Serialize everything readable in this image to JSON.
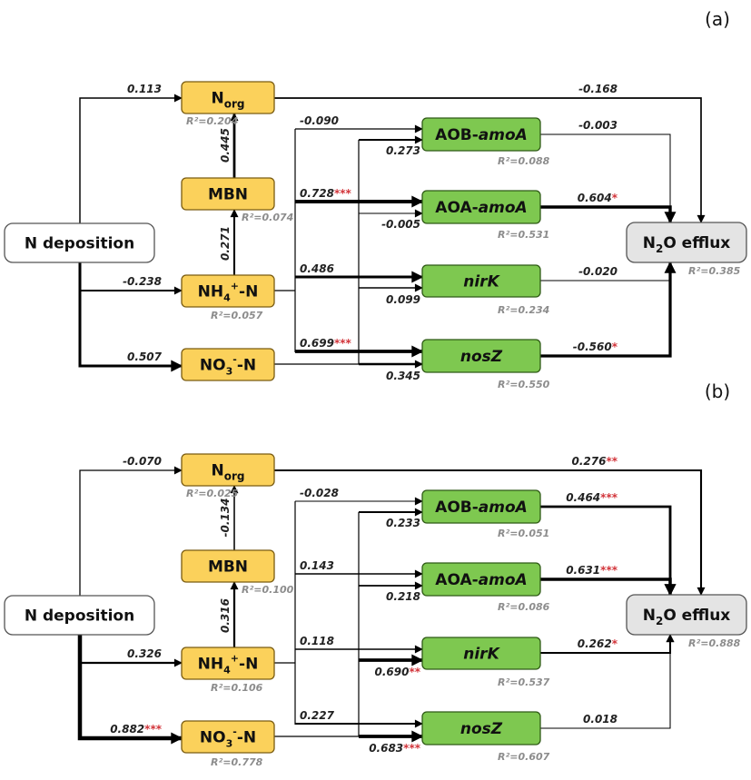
{
  "colors": {
    "soil_n": "#fbd15b",
    "microbe": "#7ec850",
    "n2o": "#e4e4e4",
    "source": "#ffffff",
    "significance": "#d2343a",
    "r2": "#8c8c8c"
  },
  "nodes": {
    "Ndep": {
      "label": "N deposition"
    },
    "Norg": {
      "label": "N",
      "sub": "org"
    },
    "MBN": {
      "label": "MBN"
    },
    "NH4": {
      "label": "NH",
      "sub": "4",
      "sup": "+",
      "tail": "-N"
    },
    "NO3": {
      "label": "NO",
      "sub": "3",
      "sup": "-",
      "tail": "-N"
    },
    "AOB": {
      "label": "AOB-",
      "italic": "amoA"
    },
    "AOA": {
      "label": "AOA-",
      "italic": "amoA"
    },
    "nirK": {
      "label": "",
      "italic": "nirK"
    },
    "nosZ": {
      "label": "",
      "italic": "nosZ"
    },
    "N2O": {
      "label": "N",
      "sub": "2",
      "tail": "O efflux"
    }
  },
  "panels": [
    {
      "label": "(a)",
      "r2": {
        "Norg": "R²=0.204",
        "MBN": "R²=0.074",
        "NH4": "R²=0.057",
        "AOB": "R²=0.088",
        "AOA": "R²=0.531",
        "nirK": "R²=0.234",
        "nosZ": "R²=0.550",
        "N2O": "R²=0.385"
      },
      "edges": [
        {
          "from": "Ndep",
          "to": "Norg",
          "coef": "0.113",
          "sig": ""
        },
        {
          "from": "Ndep",
          "to": "NH4",
          "coef": "-0.238",
          "sig": ""
        },
        {
          "from": "Ndep",
          "to": "NO3",
          "coef": "0.507",
          "sig": ""
        },
        {
          "from": "NH4",
          "to": "MBN",
          "coef": "0.271",
          "sig": ""
        },
        {
          "from": "MBN",
          "to": "Norg",
          "coef": "0.445",
          "sig": ""
        },
        {
          "from": "NH4",
          "to": "AOB",
          "coef": "-0.090",
          "sig": ""
        },
        {
          "from": "NH4",
          "to": "AOA",
          "coef": "0.728",
          "sig": "***"
        },
        {
          "from": "NH4",
          "to": "nirK",
          "coef": "0.486",
          "sig": ""
        },
        {
          "from": "NH4",
          "to": "nosZ",
          "coef": "0.699",
          "sig": "***"
        },
        {
          "from": "NO3",
          "to": "AOB",
          "coef": "0.273",
          "sig": ""
        },
        {
          "from": "NO3",
          "to": "AOA",
          "coef": "-0.005",
          "sig": ""
        },
        {
          "from": "NO3",
          "to": "nirK",
          "coef": "0.099",
          "sig": ""
        },
        {
          "from": "NO3",
          "to": "nosZ",
          "coef": "0.345",
          "sig": ""
        },
        {
          "from": "Norg",
          "to": "N2O",
          "coef": "-0.168",
          "sig": ""
        },
        {
          "from": "AOB",
          "to": "N2O",
          "coef": "-0.003",
          "sig": ""
        },
        {
          "from": "AOA",
          "to": "N2O",
          "coef": "0.604",
          "sig": "*"
        },
        {
          "from": "nirK",
          "to": "N2O",
          "coef": "-0.020",
          "sig": ""
        },
        {
          "from": "nosZ",
          "to": "N2O",
          "coef": "-0.560",
          "sig": "*"
        }
      ]
    },
    {
      "label": "(b)",
      "r2": {
        "Norg": "R²=0.025",
        "MBN": "R²=0.100",
        "NH4": "R²=0.106",
        "NO3": "R²=0.778",
        "AOB": "R²=0.051",
        "AOA": "R²=0.086",
        "nirK": "R²=0.537",
        "nosZ": "R²=0.607",
        "N2O": "R²=0.888"
      },
      "edges": [
        {
          "from": "Ndep",
          "to": "Norg",
          "coef": "-0.070",
          "sig": ""
        },
        {
          "from": "Ndep",
          "to": "NH4",
          "coef": "0.326",
          "sig": ""
        },
        {
          "from": "Ndep",
          "to": "NO3",
          "coef": "0.882",
          "sig": "***"
        },
        {
          "from": "NH4",
          "to": "MBN",
          "coef": "0.316",
          "sig": ""
        },
        {
          "from": "MBN",
          "to": "Norg",
          "coef": "-0.134",
          "sig": ""
        },
        {
          "from": "NH4",
          "to": "AOB",
          "coef": "-0.028",
          "sig": ""
        },
        {
          "from": "NH4",
          "to": "AOA",
          "coef": "0.143",
          "sig": ""
        },
        {
          "from": "NH4",
          "to": "nirK",
          "coef": "0.118",
          "sig": ""
        },
        {
          "from": "NH4",
          "to": "nosZ",
          "coef": "0.227",
          "sig": ""
        },
        {
          "from": "NO3",
          "to": "AOB",
          "coef": "0.233",
          "sig": ""
        },
        {
          "from": "NO3",
          "to": "AOA",
          "coef": "0.218",
          "sig": ""
        },
        {
          "from": "NO3",
          "to": "nirK",
          "coef": "0.690",
          "sig": "**"
        },
        {
          "from": "NO3",
          "to": "nosZ",
          "coef": "0.683",
          "sig": "***"
        },
        {
          "from": "Norg",
          "to": "N2O",
          "coef": "0.276",
          "sig": "**"
        },
        {
          "from": "AOB",
          "to": "N2O",
          "coef": "0.464",
          "sig": "***"
        },
        {
          "from": "AOA",
          "to": "N2O",
          "coef": "0.631",
          "sig": "***"
        },
        {
          "from": "nirK",
          "to": "N2O",
          "coef": "0.262",
          "sig": "*"
        },
        {
          "from": "nosZ",
          "to": "N2O",
          "coef": "0.018",
          "sig": ""
        }
      ]
    }
  ]
}
